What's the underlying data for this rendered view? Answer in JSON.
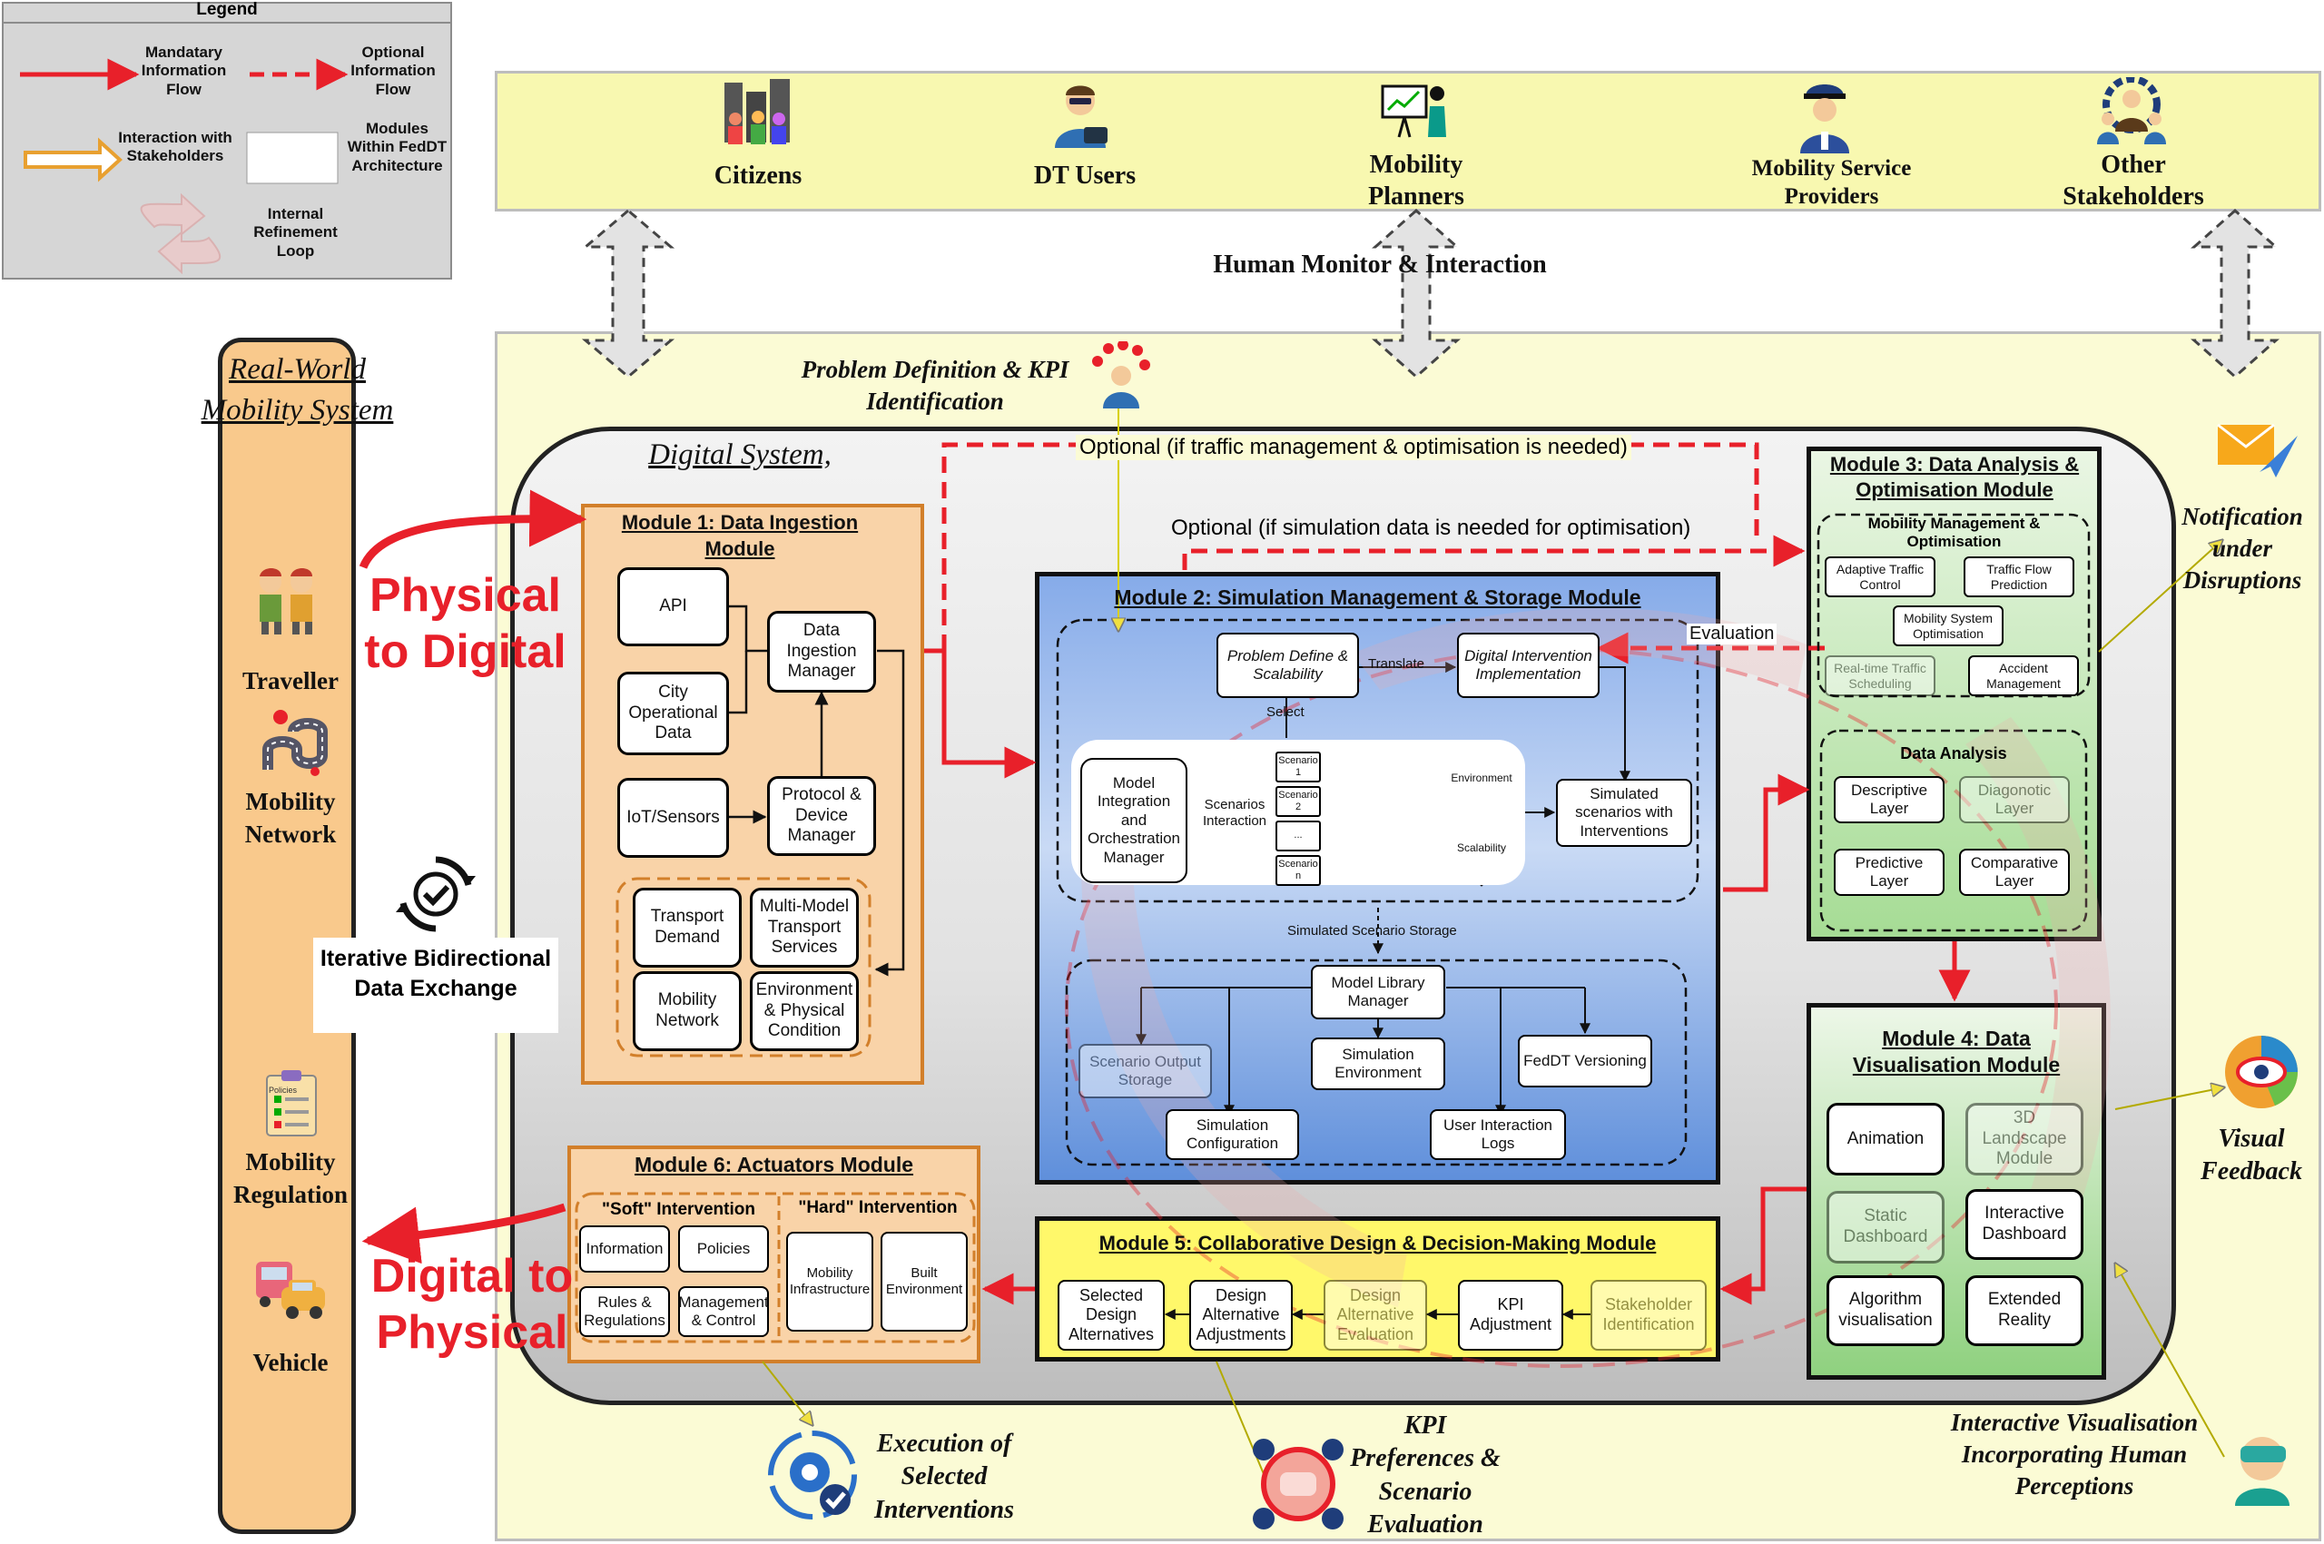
{
  "legend": {
    "title": "Legend",
    "mandatory": "Mandatary Information Flow",
    "optional": "Optional Information Flow",
    "interaction": "Interaction with Stakeholders",
    "modules": "Modules Within FedDT Architecture",
    "loop": "Internal Refinement Loop"
  },
  "stakeholders": {
    "citizens": "Citizens",
    "dt_users": "DT Users",
    "planners": "Mobility Planners",
    "providers": "Mobility Service Providers",
    "other": "Other Stakeholders"
  },
  "human_monitor": "Human Monitor & Interaction",
  "real_world": {
    "title": "Real-World Mobility System",
    "traveller": "Traveller",
    "network": "Mobility Network",
    "regulation": "Mobility Regulation",
    "vehicle": "Vehicle",
    "policies_icon_text": "Policies"
  },
  "physical_to_digital": "Physical to Digital",
  "digital_to_physical": "Digital to Physical",
  "iterative": "Iterative Bidirectional Data Exchange",
  "problem_def": "Problem Definition & KPI Identification",
  "digital_system": "Digital System,",
  "optional1": "Optional (if traffic management & optimisation is needed)",
  "optional2": "Optional (if simulation data is needed for optimisation)",
  "module1": {
    "title": "Module 1: Data Ingestion Module",
    "api": "API",
    "city": "City Operational Data",
    "iot": "IoT/Sensors",
    "dim": "Data Ingestion Manager",
    "protocol": "Protocol & Device Manager",
    "transport": "Transport Demand",
    "multimodel": "Multi-Model Transport Services",
    "network": "Mobility Network",
    "environment": "Environment & Physical Condition"
  },
  "module2": {
    "title": "Module 2: Simulation Management & Storage Module",
    "problem": "Problem Define & Scalability",
    "translate": "Translate",
    "digital_intervention": "Digital Intervention Implementation",
    "select": "Select",
    "model_integration": "Model Integration and Orchestration Manager",
    "scenarios_interaction": "Scenarios Interaction",
    "scenario1": "Scenario 1",
    "scenario2": "Scenario 2",
    "scenario_dots": "...",
    "scenario_n": "Scenario n",
    "environment": "Environment",
    "scalability": "Scalability",
    "simulated": "Simulated scenarios with Interventions",
    "storage": "Simulated Scenario Storage",
    "library": "Model Library Manager",
    "scenario_output": "Scenario Output Storage",
    "sim_env": "Simulation Environment",
    "feddt": "FedDT Versioning",
    "sim_config": "Simulation Configuration",
    "logs": "User Interaction Logs",
    "evaluation": "Evaluation"
  },
  "module3": {
    "title": "Module 3: Data Analysis & Optimisation Module",
    "mmo": "Mobility Management & Optimisation",
    "adaptive": "Adaptive Traffic Control",
    "traffic_flow": "Traffic Flow Prediction",
    "mso": "Mobility System Optimisation",
    "realtime": "Real-time Traffic Scheduling",
    "accident": "Accident Management",
    "data_analysis": "Data Analysis",
    "descriptive": "Descriptive Layer",
    "diagnostic": "Diagonotic Layer",
    "predictive": "Predictive Layer",
    "comparative": "Comparative Layer"
  },
  "module4": {
    "title": "Module 4: Data Visualisation Module",
    "animation": "Animation",
    "landscape": "3D Landscape Module",
    "static": "Static Dashboard",
    "interactive": "Interactive Dashboard",
    "algorithm": "Algorithm visualisation",
    "extended": "Extended Reality"
  },
  "module5": {
    "title": "Module 5: Collaborative Design & Decision-Making Module",
    "selected": "Selected Design Alternatives",
    "adjust": "Design Alternative Adjustments",
    "evaluate": "Design Alternative Evaluation",
    "kpi": "KPI Adjustment",
    "stakeholder": "Stakeholder Identification"
  },
  "module6": {
    "title": "Module 6: Actuators Module",
    "soft": "\"Soft\" Intervention",
    "hard": "\"Hard\" Intervention",
    "information": "Information",
    "policies": "Policies",
    "rules": "Rules & Regulations",
    "management": "Management & Control",
    "infrastructure": "Mobility Infrastructure",
    "built": "Built Environment"
  },
  "annotations": {
    "notification": "Notification under Disruptions",
    "visual_feedback": "Visual Feedback",
    "interactive_vis": "Interactive Visualisation Incorporating Human Perceptions",
    "kpi_pref": "KPI Preferences & Scenario Evaluation",
    "execution": "Execution of Selected Interventions"
  },
  "colors": {
    "red": "#e8202a",
    "yellow_band": "#f8f8b0",
    "orange_fill": "#f9d3a8",
    "blue_fill": "#7ea6e6",
    "green_fill": "#8fd17f",
    "yellow_module": "#fff86a"
  }
}
